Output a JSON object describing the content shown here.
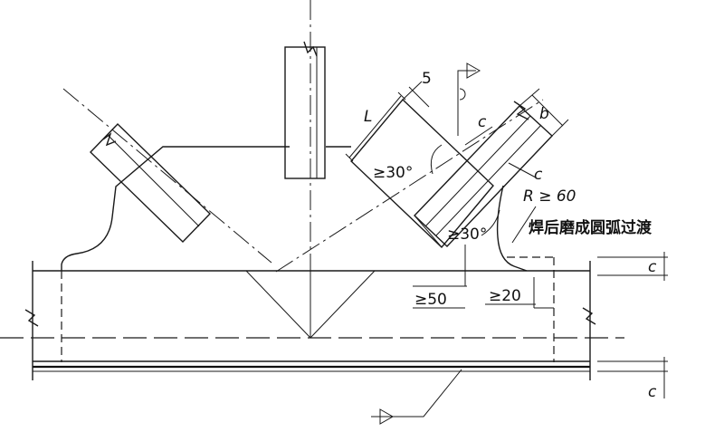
{
  "labels": {
    "weld_size": "5",
    "length": "L",
    "width": "b",
    "gap_c_top": "c",
    "gap_c_mid": "c",
    "angle_upper": "≥30°",
    "angle_lower": "≥30°",
    "radius": "R ≥ 60",
    "min_50": "≥50",
    "min_20": "≥20",
    "gap_c_right": "c",
    "gap_c_bottom": "c"
  },
  "note_text": "焊后磨成圆弧过渡"
}
